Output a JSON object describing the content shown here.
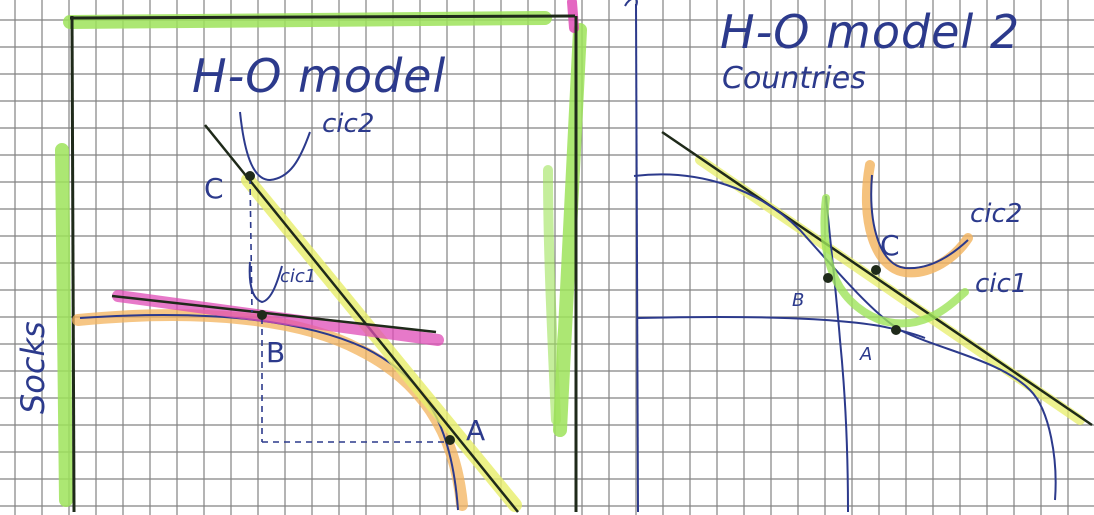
{
  "left_panel": {
    "title": "H-O model",
    "axis_label": "Socks",
    "point_labels": {
      "c": "C",
      "b": "B",
      "a": "A"
    },
    "curve_labels": {
      "cic2": "cic2",
      "cic1": "cic1"
    }
  },
  "right_panel": {
    "title": "H-O model 2",
    "subtitle": "Countries",
    "point_labels": {
      "c": "C",
      "b": "B",
      "a": "A"
    },
    "curve_labels": {
      "cic2": "cic2",
      "cic1": "cic1"
    }
  },
  "colors": {
    "ink": "#2c3a8c",
    "pen_dark": "#1f2a1a",
    "grid": "#5a5a5a",
    "highlight_green": "#9ee35a",
    "highlight_yellow": "#e8ee6a",
    "highlight_orange": "#f3b35c",
    "highlight_pink": "#e04db7"
  }
}
